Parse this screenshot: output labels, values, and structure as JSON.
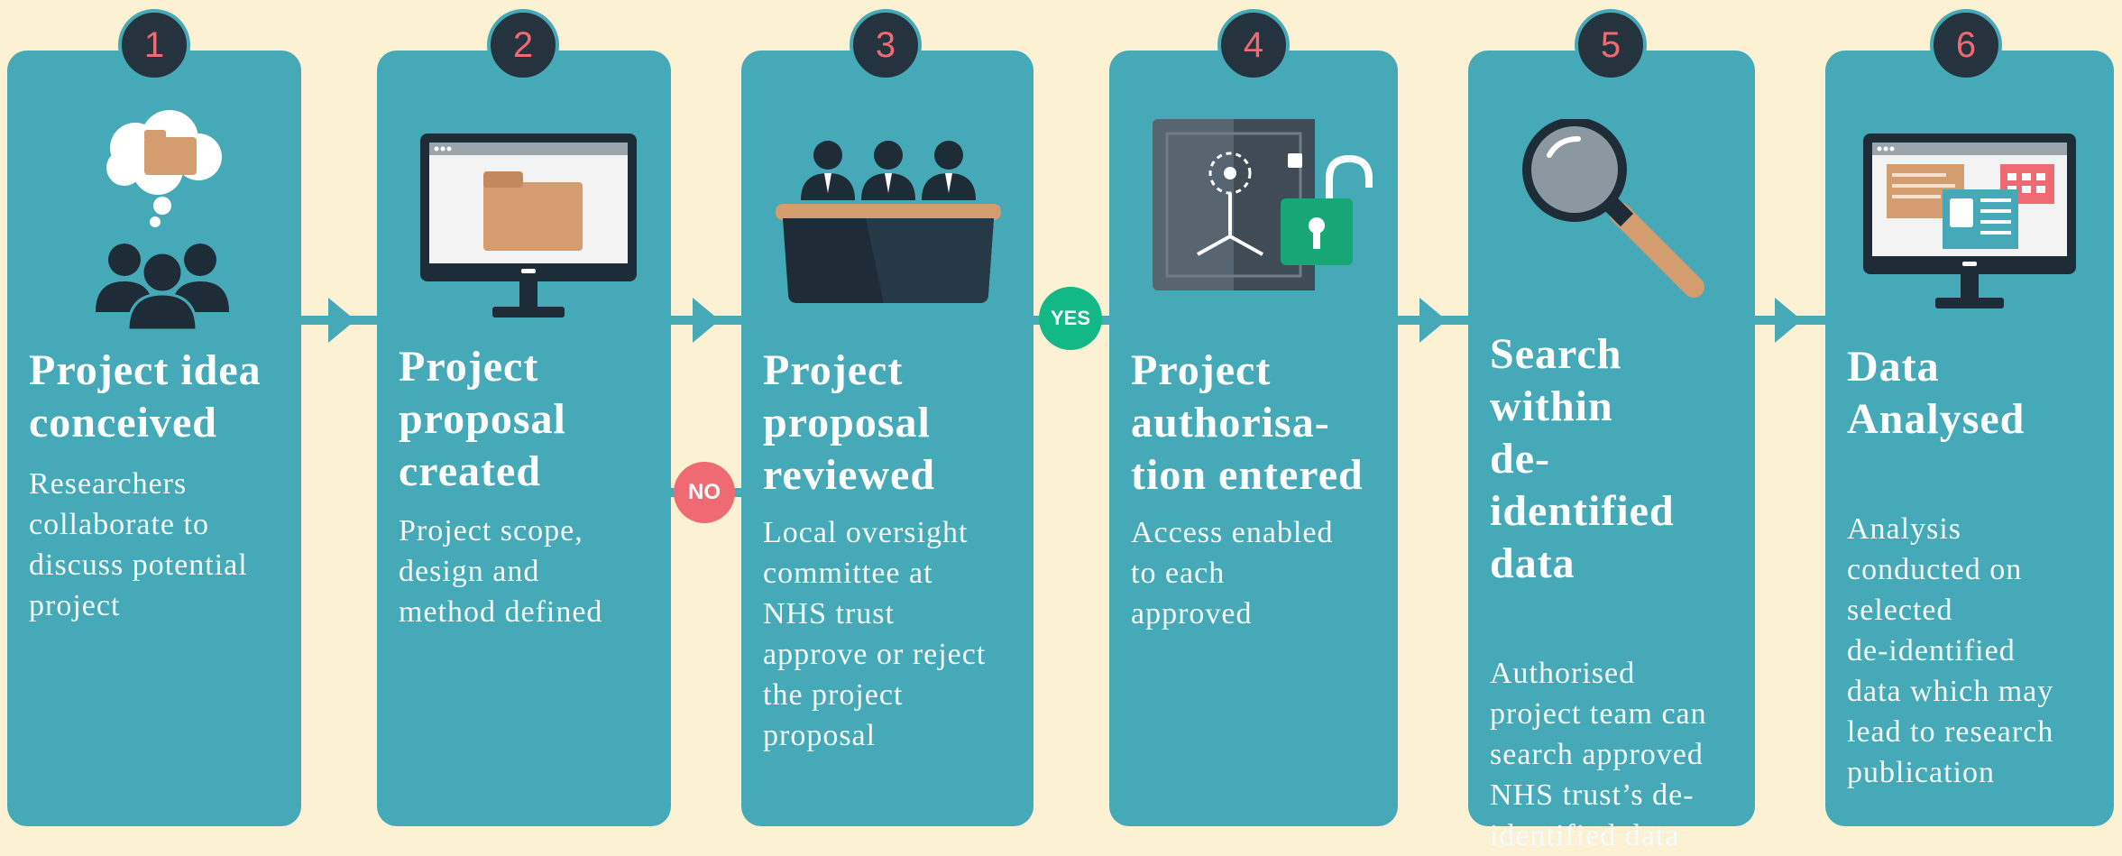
{
  "colors": {
    "background": "#FDF1D4",
    "card": "#45A9B7",
    "badge": "#24333E",
    "badge_text": "#EF6A73",
    "yes": "#12B886",
    "no": "#EF6A73"
  },
  "steps": [
    {
      "number": "1",
      "title_lines": [
        "Project idea",
        "conceived"
      ],
      "description_lines": [
        "Researchers",
        "collaborate to",
        "discuss potential",
        "project"
      ],
      "icon": "team-thought-folder-icon"
    },
    {
      "number": "2",
      "title_lines": [
        "Project",
        "proposal",
        "created"
      ],
      "description_lines": [
        "Project scope,",
        "design and",
        "method defined"
      ],
      "icon": "monitor-folder-icon"
    },
    {
      "number": "3",
      "title_lines": [
        "Project",
        "proposal",
        "reviewed"
      ],
      "description_lines": [
        "Local oversight",
        "committee at",
        "NHS trust",
        "approve or reject",
        "the project",
        "proposal"
      ],
      "icon": "committee-panel-icon"
    },
    {
      "number": "4",
      "title_lines": [
        "Project",
        "authorisa-",
        "tion entered"
      ],
      "description_lines": [
        "Access enabled",
        "to each",
        "approved"
      ],
      "icon": "safe-padlock-icon"
    },
    {
      "number": "5",
      "title_lines": [
        "Search",
        "within",
        "de-",
        "identified",
        "data"
      ],
      "description_lines": [
        "Authorised",
        "project team can",
        "search approved",
        "NHS trust’s de-",
        "identified data"
      ],
      "icon": "magnifier-icon"
    },
    {
      "number": "6",
      "title_lines": [
        "Data",
        "Analysed"
      ],
      "description_lines": [
        "Analysis",
        "conducted on",
        "selected",
        "de-identified",
        "data which may",
        "lead to research",
        "publication"
      ],
      "icon": "monitor-dashboard-icon"
    }
  ],
  "decision": {
    "yes_label": "YES",
    "no_label": "NO"
  }
}
